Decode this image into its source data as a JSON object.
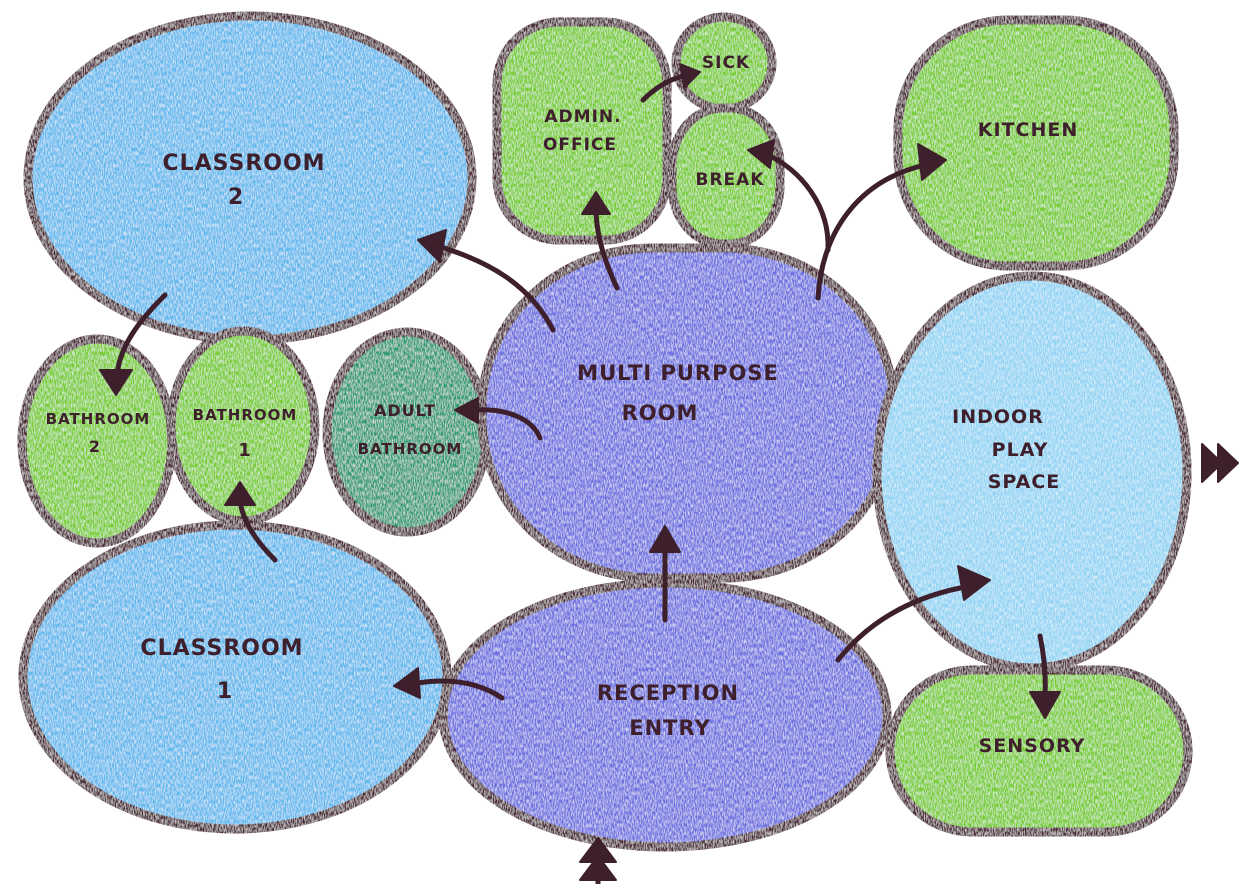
{
  "colors": {
    "outline": "#4a2530",
    "classroom_blue": "#5fb8ee",
    "hub_purple": "#6a6ee0",
    "room_green": "#74cc2c",
    "adult_teal": "#259a72",
    "play_blue": "#8fd3f4",
    "label_ink": "#3e1f2c"
  },
  "rooms": {
    "classroom2": {
      "line1": "CLASSROOM",
      "line2": "2"
    },
    "classroom1": {
      "line1": "CLASSROOM",
      "line2": "1"
    },
    "bathroom2": {
      "line1": "BATHROOM",
      "line2": "2"
    },
    "bathroom1": {
      "line1": "BATHROOM",
      "line2": "1"
    },
    "adult_bathroom": {
      "line1": "ADULT",
      "line2": "BATHROOM"
    },
    "admin_office": {
      "line1": "ADMIN.",
      "line2": "OFFICE"
    },
    "sick": {
      "label": "SICK"
    },
    "break": {
      "label": "BREAK"
    },
    "kitchen": {
      "label": "KITCHEN"
    },
    "multi_purpose": {
      "line1": "MULTI PURPOSE",
      "line2": "ROOM"
    },
    "indoor_play": {
      "line1": "INDOOR",
      "line2": "PLAY",
      "line3": "SPACE"
    },
    "reception": {
      "line1": "RECEPTION",
      "line2": "ENTRY"
    },
    "sensory": {
      "label": "SENSORY"
    }
  },
  "connections": [
    {
      "from": "multi_purpose",
      "to": "classroom2"
    },
    {
      "from": "classroom2",
      "to": "bathroom2"
    },
    {
      "from": "classroom1",
      "to": "bathroom1"
    },
    {
      "from": "multi_purpose",
      "to": "adult_bathroom"
    },
    {
      "from": "multi_purpose",
      "to": "admin_office"
    },
    {
      "from": "admin_office",
      "to": "sick"
    },
    {
      "from": "multi_purpose",
      "to": "break"
    },
    {
      "from": "multi_purpose",
      "to": "kitchen"
    },
    {
      "from": "reception",
      "to": "multi_purpose"
    },
    {
      "from": "reception",
      "to": "classroom1"
    },
    {
      "from": "reception",
      "to": "indoor_play"
    },
    {
      "from": "indoor_play",
      "to": "sensory"
    },
    {
      "from": "outside",
      "to": "reception"
    },
    {
      "from": "indoor_play",
      "to": "outside"
    }
  ]
}
